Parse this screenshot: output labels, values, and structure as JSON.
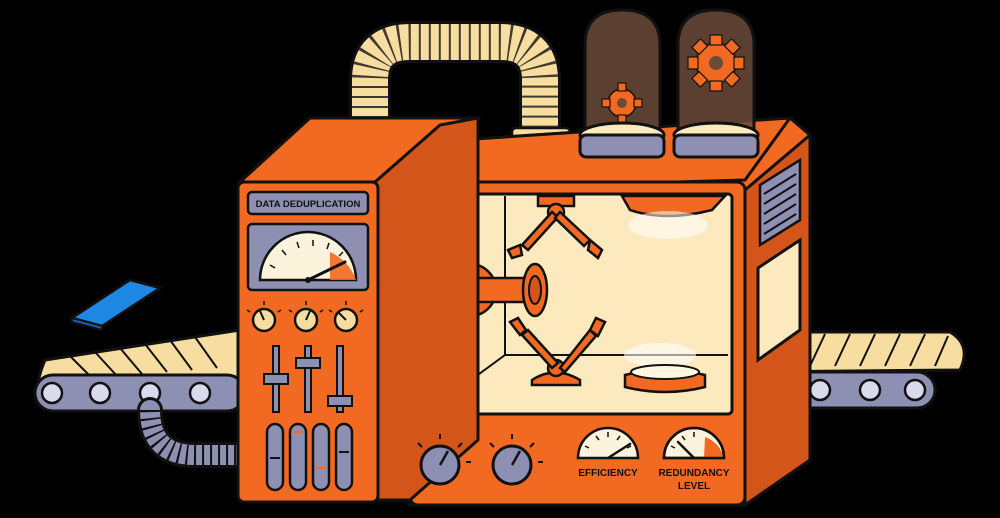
{
  "machine": {
    "title": "DATA DEDUPLICATION"
  },
  "gauges": {
    "efficiency_label": "EFFICIENCY",
    "redundancy_label_line1": "REDUNDANCY",
    "redundancy_label_line2": "LEVEL"
  },
  "colors": {
    "background": "#000000",
    "machine_orange": "#F26A21",
    "machine_dark_orange": "#D4551A",
    "chamber_cream": "#FCE9BE",
    "belt_cream": "#F7DDA0",
    "steel_gray": "#8E90B3",
    "outline": "#111111",
    "data_card_blue": "#1E88E5",
    "glass_tint": "#6B4A3A"
  },
  "icons": {
    "tube_left": "gear-icon",
    "tube_right": "gear-icon",
    "card": "data-card-icon"
  }
}
